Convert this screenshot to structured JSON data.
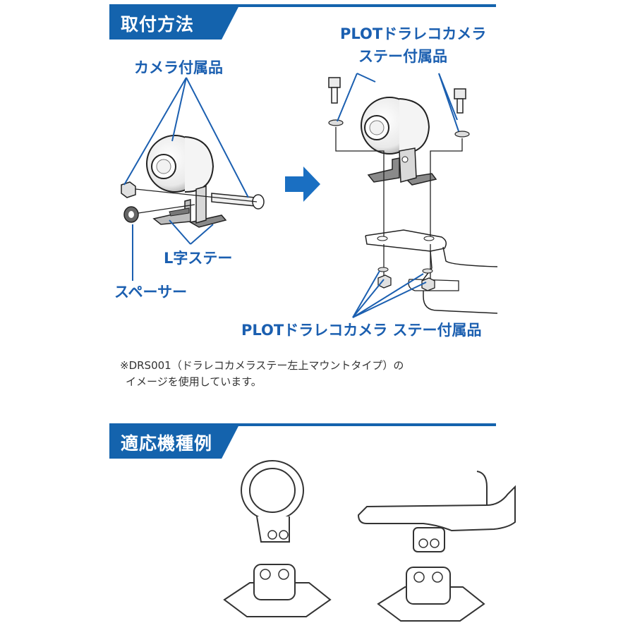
{
  "sections": {
    "install": {
      "title": "取付方法"
    },
    "compatible": {
      "title": "適応機種例"
    }
  },
  "labels": {
    "camera_parts": "カメラ付属品",
    "l_stay": "L字ステー",
    "spacer": "スペーサー",
    "plot_stay_top_line1": "PLOTドラレコカメラ",
    "plot_stay_top_line2": "ステー付属品",
    "plot_stay_bottom": "PLOTドラレコカメラ ステー付属品"
  },
  "note": {
    "line1": "※DRS001（ドラレコカメラステー左上マウントタイプ）の",
    "line2": "イメージを使用しています。"
  },
  "colors": {
    "accent": "#1463ad",
    "label": "#1b5fb0",
    "arrow": "#1a6fc2"
  }
}
